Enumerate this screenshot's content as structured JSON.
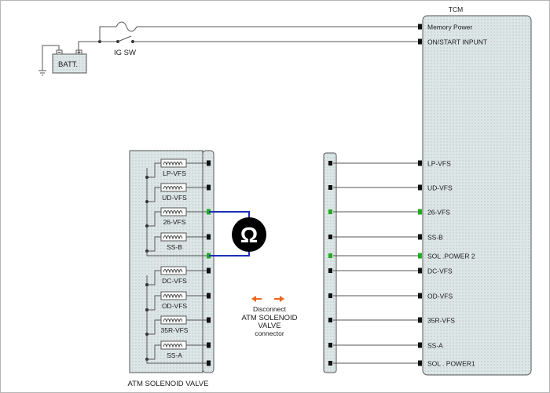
{
  "power": {
    "battery": "BATT.",
    "ignition_switch": "IG SW"
  },
  "tcm": {
    "title": "TCM",
    "top_pins": [
      "Memory Power",
      "ON/START  INPUNT"
    ],
    "pins": [
      {
        "label": "LP-VFS",
        "highlight": false
      },
      {
        "label": "UD-VFS",
        "highlight": false
      },
      {
        "label": "26-VFS",
        "highlight": true
      },
      {
        "label": "SS-B",
        "highlight": false
      },
      {
        "label": "SOL .POWER 2",
        "highlight": true
      },
      {
        "label": "DC-VFS",
        "highlight": false
      },
      {
        "label": "OD-VFS",
        "highlight": false
      },
      {
        "label": "35R-VFS",
        "highlight": false
      },
      {
        "label": "SS-A",
        "highlight": false
      },
      {
        "label": "SOL . POWER1",
        "highlight": false
      }
    ]
  },
  "solenoid_valve": {
    "title": "ATM SOLENOID VALVE",
    "coils_upper": [
      "LP-VFS",
      "UD-VFS",
      "26-VFS",
      "SS-B"
    ],
    "coils_lower": [
      "DC-VFS",
      "OD-VFS",
      "35R-VFS",
      "SS-A"
    ]
  },
  "meter": {
    "symbol": "Ω"
  },
  "note": {
    "lines": [
      "Disconnect",
      "ATM SOLENOID",
      "VALVE",
      "connector"
    ]
  },
  "colors": {
    "box_fill": "#dfe7e7",
    "wire": "#555555",
    "probe_wire": "#1c2fb8",
    "highlight_pin": "#22aa22",
    "highlight_text": "#2e9c2e",
    "arrow": "#f0661e"
  }
}
